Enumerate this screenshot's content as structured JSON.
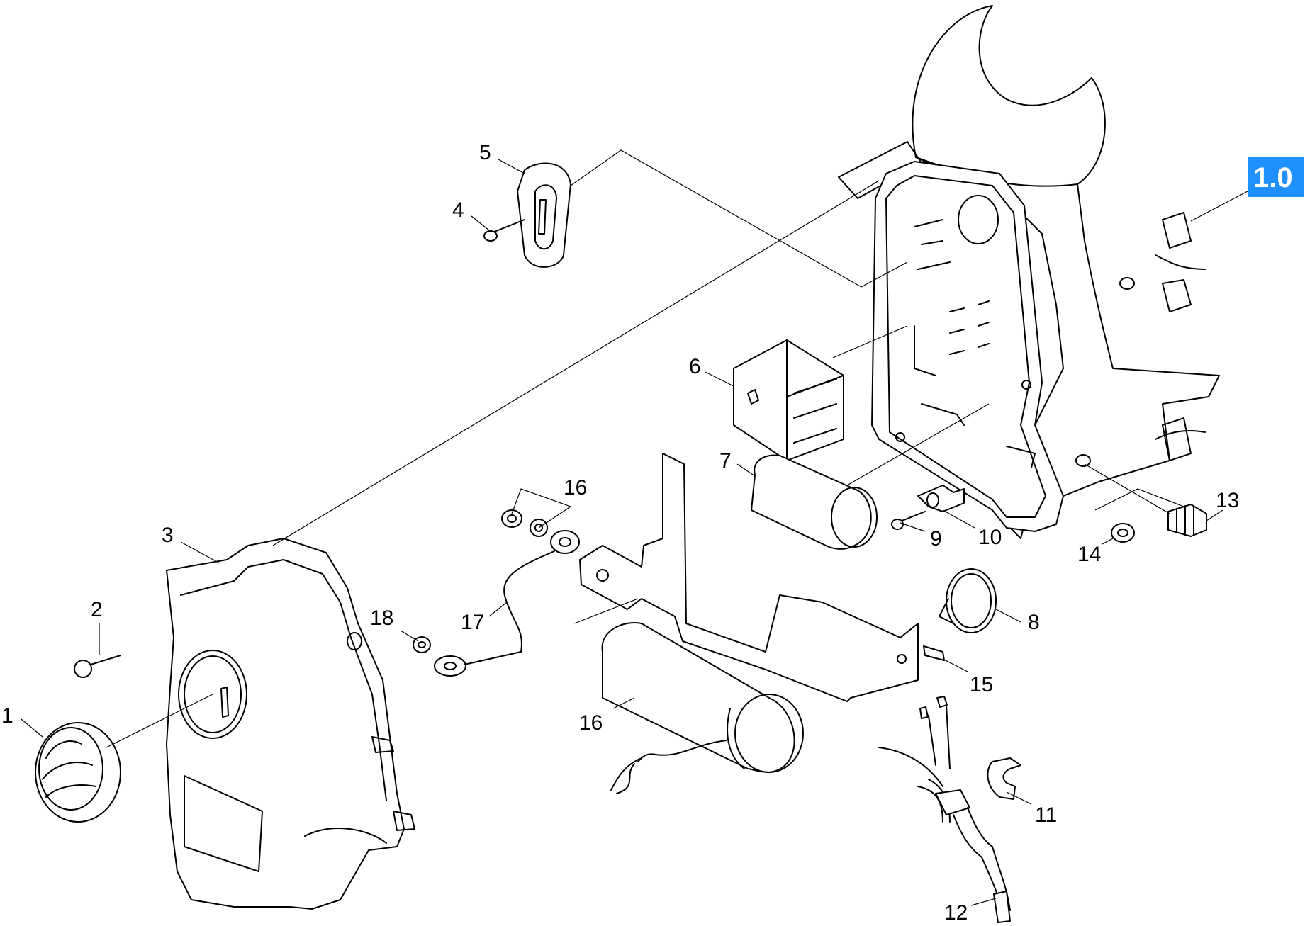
{
  "badge": {
    "label": "1.0",
    "color": "#1e90ff"
  },
  "callouts": [
    {
      "id": "c1",
      "label": "1"
    },
    {
      "id": "c2",
      "label": "2"
    },
    {
      "id": "c3",
      "label": "3"
    },
    {
      "id": "c4",
      "label": "4"
    },
    {
      "id": "c5",
      "label": "5"
    },
    {
      "id": "c6",
      "label": "6"
    },
    {
      "id": "c7",
      "label": "7"
    },
    {
      "id": "c8",
      "label": "8"
    },
    {
      "id": "c9",
      "label": "9"
    },
    {
      "id": "c10",
      "label": "10"
    },
    {
      "id": "c11",
      "label": "11"
    },
    {
      "id": "c12",
      "label": "12"
    },
    {
      "id": "c13",
      "label": "13"
    },
    {
      "id": "c14",
      "label": "14"
    },
    {
      "id": "c15",
      "label": "15"
    },
    {
      "id": "c16a",
      "label": "16"
    },
    {
      "id": "c16b",
      "label": "16"
    },
    {
      "id": "c17",
      "label": "17"
    },
    {
      "id": "c18",
      "label": "18"
    }
  ]
}
